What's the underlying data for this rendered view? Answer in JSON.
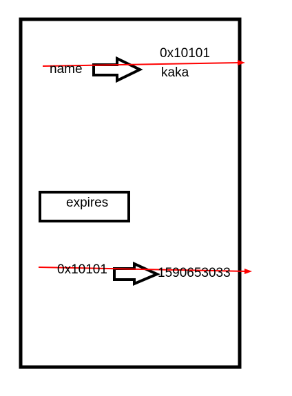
{
  "colors": {
    "stroke": "#000000",
    "accent": "#ff0000",
    "background": "#ffffff"
  },
  "labels": {
    "name": "name",
    "address_1": "0x10101",
    "value_1": "kaka",
    "box_label": "expires",
    "address_2": "0x10101",
    "value_2": "1590653033"
  }
}
